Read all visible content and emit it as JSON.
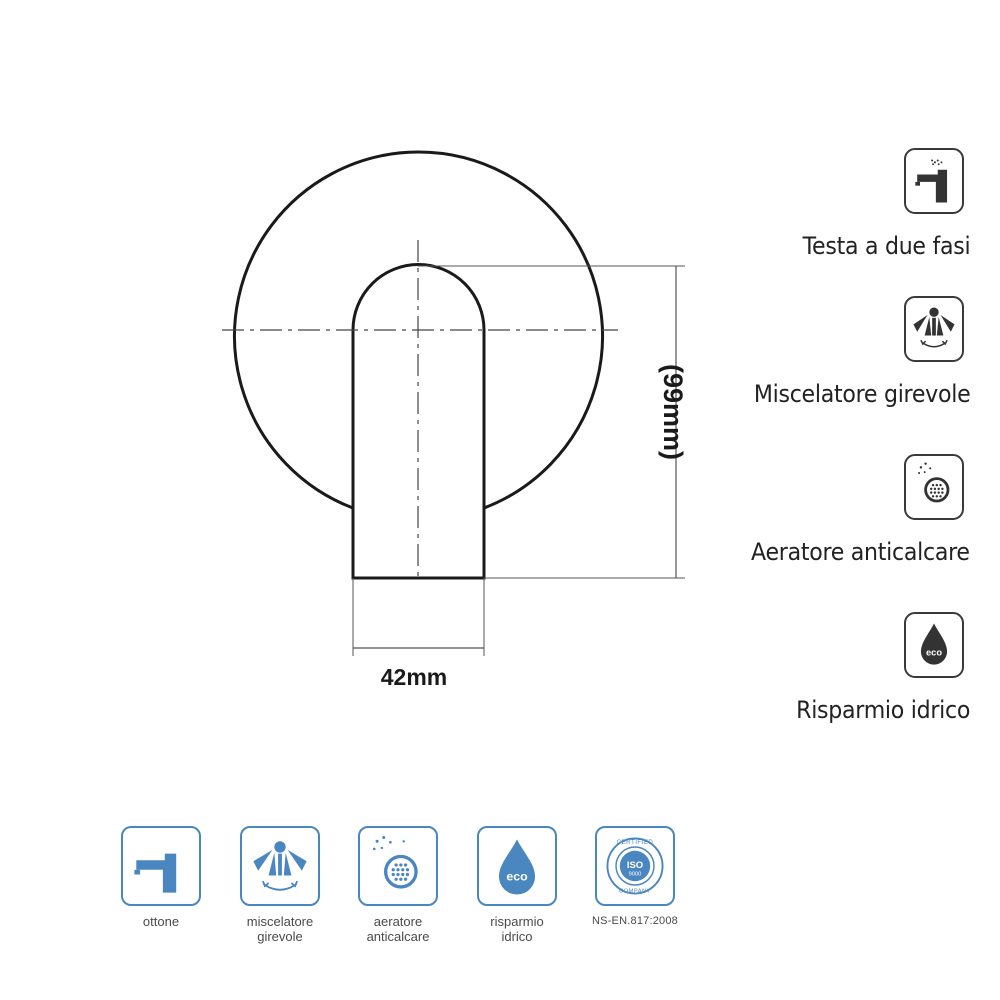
{
  "drawing": {
    "height_label": "(99mm)",
    "width_label": "42mm"
  },
  "features": [
    {
      "label": "Testa a due fasi",
      "icon": "faucet-icon"
    },
    {
      "label": "Miscelatore girevole",
      "icon": "swivel-spray-icon"
    },
    {
      "label": "Aeratore anticalcare",
      "icon": "aerator-icon"
    },
    {
      "label": "Risparmio idrico",
      "icon": "eco-drop-icon"
    }
  ],
  "badges": [
    {
      "lines": [
        "ottone"
      ],
      "icon": "faucet-icon"
    },
    {
      "lines": [
        "miscelatore",
        "girevole"
      ],
      "icon": "swivel-spray-icon"
    },
    {
      "lines": [
        "aeratore",
        "anticalcare"
      ],
      "icon": "aerator-icon"
    },
    {
      "lines": [
        "risparmio",
        "idrico"
      ],
      "icon": "eco-drop-icon"
    },
    {
      "lines": [
        "NS-EN.817:2008"
      ],
      "icon": "iso-certified-icon"
    }
  ],
  "icon_text": {
    "eco": "eco",
    "iso": "ISO",
    "iso_number": "9000",
    "certified": "CERTIFIED",
    "company": "COMPANY"
  },
  "colors": {
    "outline": "#1a1a1a",
    "feature_icon": "#3a3a3a",
    "badge_blue": "#4a86bf"
  }
}
